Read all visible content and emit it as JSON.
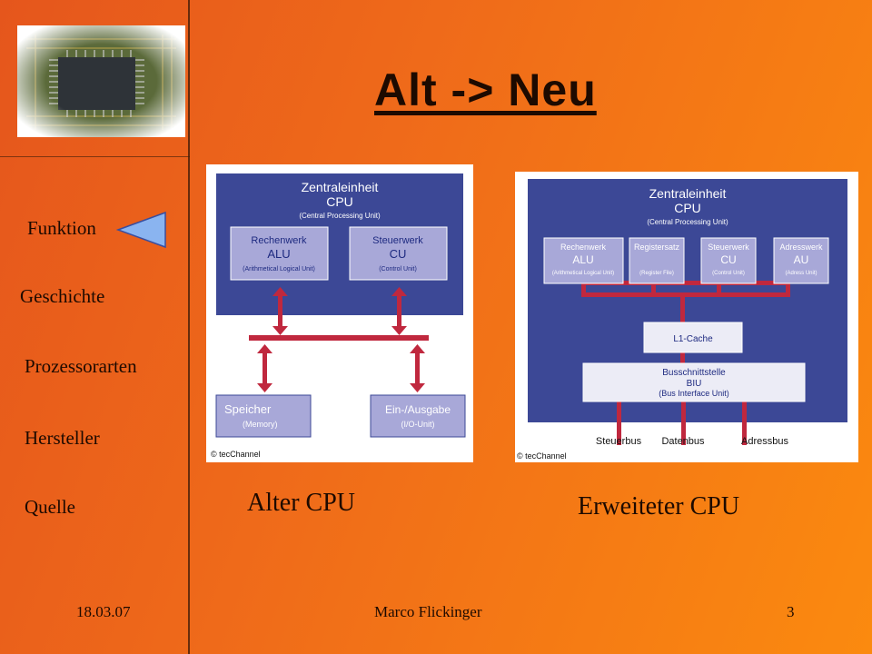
{
  "slide": {
    "title": "Alt -> Neu",
    "page_number": "3",
    "date": "18.03.07",
    "author": "Marco Flickinger"
  },
  "nav": {
    "items": [
      {
        "label": "Funktion",
        "active": true
      },
      {
        "label": "Geschichte"
      },
      {
        "label": "Prozessorarten"
      },
      {
        "label": "Hersteller"
      },
      {
        "label": "Quelle"
      }
    ]
  },
  "figure_old": {
    "caption": "Alter CPU",
    "cpu_title": "Zentraleinheit",
    "cpu_sub": "CPU",
    "cpu_desc": "(Central Processing Unit)",
    "alu_name": "Rechenwerk",
    "alu_abbr": "ALU",
    "alu_desc": "(Arithmetical Logical Unit)",
    "cu_name": "Steuerwerk",
    "cu_abbr": "CU",
    "cu_desc": "(Control Unit)",
    "mem_name": "Speicher",
    "mem_desc": "(Memory)",
    "io_name": "Ein-/Ausgabe",
    "io_desc": "(I/O-Unit)",
    "copyright": "© tecChannel"
  },
  "figure_new": {
    "caption": "Erweiteter CPU",
    "cpu_title": "Zentraleinheit",
    "cpu_sub": "CPU",
    "cpu_desc": "(Central Processing Unit)",
    "alu_name": "Rechenwerk",
    "alu_abbr": "ALU",
    "alu_desc": "(Arithmetical Logical Unit)",
    "reg_name": "Registersatz",
    "reg_desc": "(Register File)",
    "cu_name": "Steuerwerk",
    "cu_abbr": "CU",
    "cu_desc": "(Control Unit)",
    "au_name": "Adresswerk",
    "au_abbr": "AU",
    "au_desc": "(Adress Unit)",
    "cache_label": "L1-Cache",
    "biu_name": "Busschnittstelle",
    "biu_abbr": "BIU",
    "biu_desc": "(Bus Interface Unit)",
    "bus_control": "Steuerbus",
    "bus_data": "Datenbus",
    "bus_address": "Adressbus",
    "copyright": "© tecChannel"
  },
  "colors": {
    "background_start": "#e5561c",
    "background_end": "#fb8a0f",
    "diagram_blue": "#3c4896",
    "box_lavender": "#a8a8d8",
    "bus_red": "#c0283e",
    "pointer_blue": "#8ab4f0"
  },
  "icons": {
    "logo": "circuit-board-chip-image",
    "pointer": "triangle-pointer-icon"
  }
}
